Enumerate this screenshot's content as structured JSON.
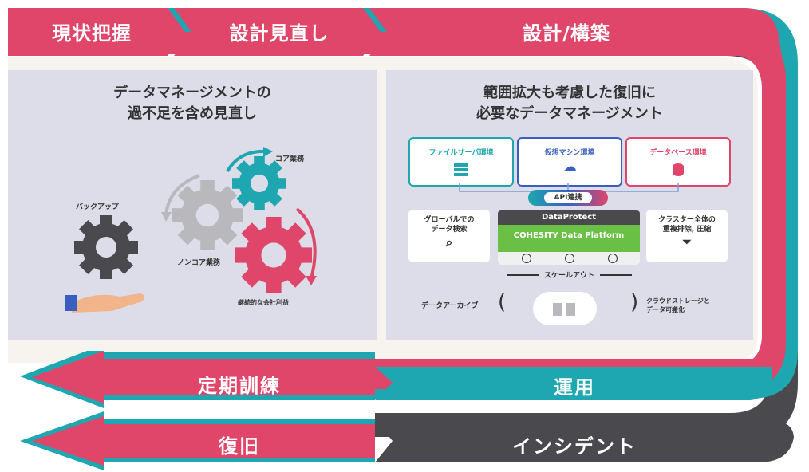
{
  "header": {
    "step1": "現状把握",
    "step2": "設計見直し",
    "step3": "設計/構築"
  },
  "left_panel": {
    "title_line1": "データマネージメントの",
    "title_line2": "過不足を含め見直し",
    "backup_label": "バックアップ",
    "core_label": "コア業務",
    "noncore_label": "ノンコア業務",
    "benefit_label": "継続的な会社利益"
  },
  "right_panel": {
    "title_line1": "範囲拡大も考慮した復旧に",
    "title_line2": "必要なデータマネージメント",
    "source_file": "ファイルサーバ環境",
    "source_vm": "仮想マシン環境",
    "source_db": "データベース環境",
    "api_label": "API連携",
    "global_line1": "グローバルでの",
    "global_line2": "データ検索",
    "cluster_line1": "クラスター全体の",
    "cluster_line2": "重複排除, 圧縮",
    "dataprotect_label": "DataProtect",
    "platform_label": "COHESITY Data Platform",
    "scaleout_label": "スケールアウト",
    "archive_label": "データアーカイブ",
    "cloud_line1": "クラウドストレージと",
    "cloud_line2": "データ可搬化"
  },
  "bottom": {
    "training": "定期訓練",
    "operation": "運用",
    "recovery": "復旧",
    "incident": "インシデント"
  },
  "colors": {
    "teal": "#1ea7b0",
    "pink": "#e0456a",
    "dark": "#4a4a4e",
    "panel": "#dcdde8",
    "green": "#6abf45",
    "blue": "#3a5fc0"
  }
}
